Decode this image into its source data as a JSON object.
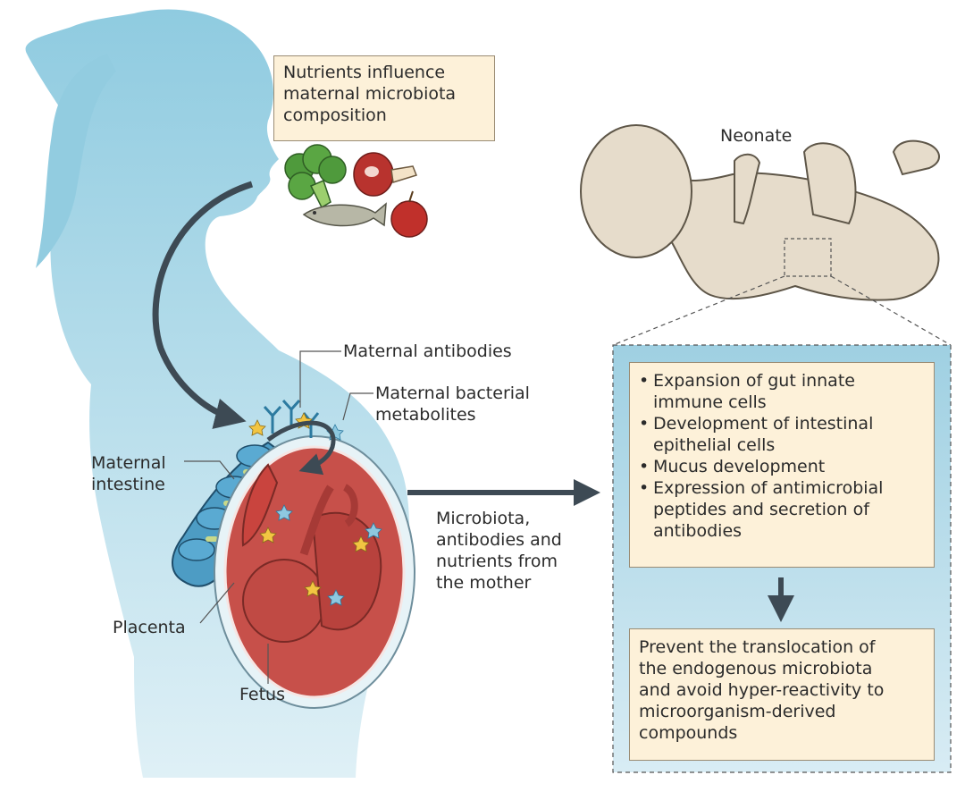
{
  "labels": {
    "nutrients": [
      "Nutrients influence",
      "maternal microbiota",
      "composition"
    ],
    "neonate": "Neonate",
    "maternal_antibodies": "Maternal antibodies",
    "maternal_bacterial_metabolites": [
      "Maternal bacterial",
      "metabolites"
    ],
    "maternal_intestine": [
      "Maternal",
      "intestine"
    ],
    "placenta": "Placenta",
    "fetus": "Fetus",
    "transfer": [
      "Microbiota,",
      "antibodies and",
      "nutrients from",
      "the mother"
    ]
  },
  "effects": [
    [
      "Expansion of gut innate",
      "immune cells"
    ],
    [
      "Development of intestinal",
      "epithelial cells"
    ],
    [
      "Mucus development"
    ],
    [
      "Expression of antimicrobial",
      "peptides and secretion of",
      "antibodies"
    ]
  ],
  "outcome": [
    "Prevent the translocation of",
    "the endogenous microbiota",
    "and avoid hyper-reactivity to",
    "microorganism-derived",
    "compounds"
  ],
  "colors": {
    "mother_silhouette": "#a9d7e6",
    "intestine": "#4d9cc4",
    "placenta": "#c9443e",
    "fetus": "#c7504a",
    "neonate_skin": "#e6dccb",
    "panel_blue": "#aed7e6",
    "box_fill": "#fdf1d9",
    "arrow": "#3d4a54"
  }
}
